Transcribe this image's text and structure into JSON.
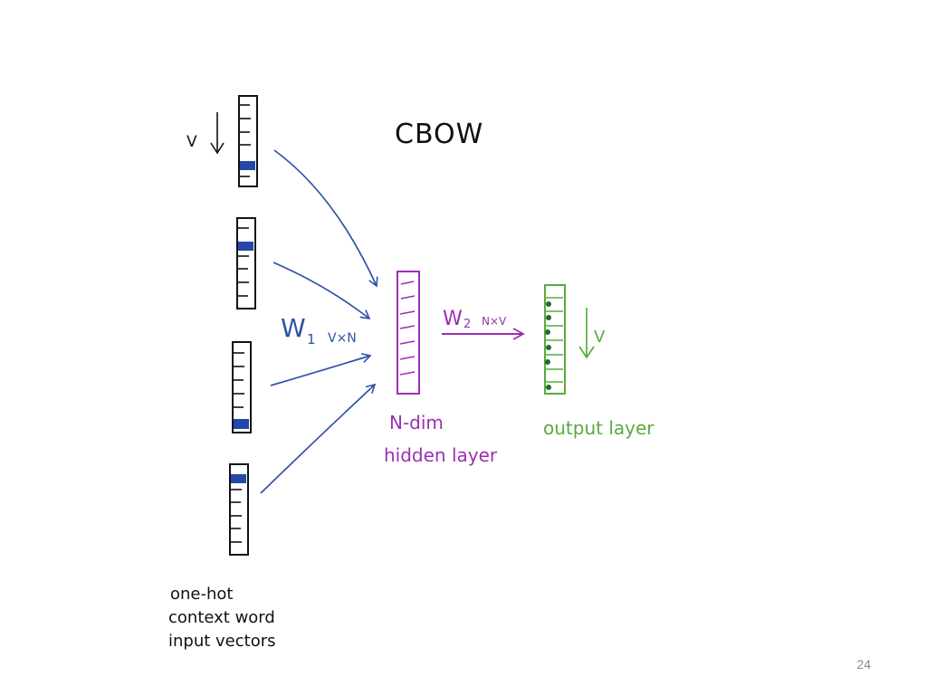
{
  "title": "CBOW",
  "input_dim_label": "V",
  "input_caption": [
    "one-hot",
    "context word",
    "input vectors"
  ],
  "w1_label": {
    "main": "W",
    "sub": "1",
    "dims": "V×N"
  },
  "w2_label": {
    "main": "W",
    "sub": "2",
    "dims": "N×V"
  },
  "hidden_caption": [
    "N-dim",
    "hidden layer"
  ],
  "output_dim_label": "V",
  "output_caption": "output layer",
  "slide_number": "24",
  "colors": {
    "ink": "#111111",
    "input_arrows": "#2f52a6",
    "onehot_fill": "#2547a8",
    "hidden": "#9c2fb3",
    "output": "#58ab3f",
    "output_fill": "#1f6b2c"
  }
}
